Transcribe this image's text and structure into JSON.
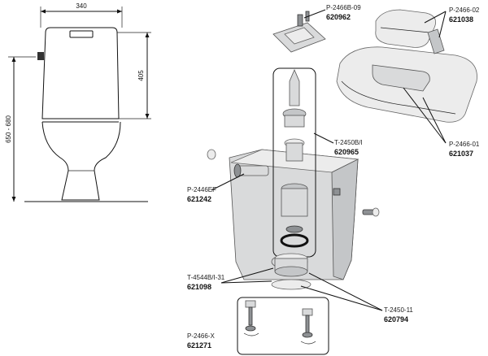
{
  "dimensions": {
    "width": "340",
    "height_tank": "405",
    "height_total": "650 - 680"
  },
  "parts": [
    {
      "code": "P-2466B-09",
      "number": "620962"
    },
    {
      "code": "P-2466-02",
      "number": "621038"
    },
    {
      "code": "P-2466-01",
      "number": "621037"
    },
    {
      "code": "T-2450B/I",
      "number": "620965"
    },
    {
      "code": "P-2446EF",
      "number": "621242"
    },
    {
      "code": "T-4544B/I-31",
      "number": "621098"
    },
    {
      "code": "T-2450-11",
      "number": "620794"
    },
    {
      "code": "P-2466-X",
      "number": "621271"
    }
  ]
}
